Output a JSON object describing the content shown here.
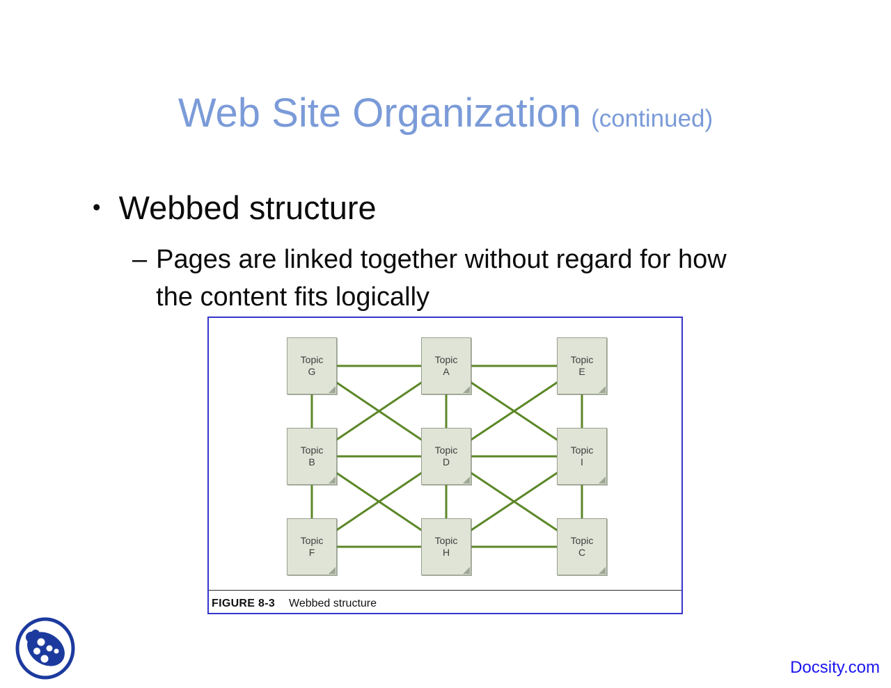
{
  "title": {
    "main": "Web Site Organization",
    "suffix": "(continued)"
  },
  "content": {
    "bullet_marker": "•",
    "bullet": "Webbed structure",
    "sub_bullet_marker": "–",
    "sub_bullet_lines": [
      "Pages are linked together without regard for how",
      "the content fits logically"
    ]
  },
  "figure": {
    "caption_label": "FIGURE 8-3",
    "caption_text": "Webbed structure",
    "diagram": {
      "type": "network",
      "node_word": "Topic",
      "nodes": [
        {
          "id": "G",
          "row": 0,
          "col": 0
        },
        {
          "id": "A",
          "row": 0,
          "col": 1
        },
        {
          "id": "E",
          "row": 0,
          "col": 2
        },
        {
          "id": "B",
          "row": 1,
          "col": 0
        },
        {
          "id": "D",
          "row": 1,
          "col": 1
        },
        {
          "id": "I",
          "row": 1,
          "col": 2
        },
        {
          "id": "F",
          "row": 2,
          "col": 0
        },
        {
          "id": "H",
          "row": 2,
          "col": 1
        },
        {
          "id": "C",
          "row": 2,
          "col": 2
        }
      ],
      "edges": [
        [
          "G",
          "A"
        ],
        [
          "A",
          "E"
        ],
        [
          "B",
          "D"
        ],
        [
          "D",
          "I"
        ],
        [
          "F",
          "H"
        ],
        [
          "H",
          "C"
        ],
        [
          "G",
          "B"
        ],
        [
          "B",
          "F"
        ],
        [
          "A",
          "D"
        ],
        [
          "D",
          "H"
        ],
        [
          "E",
          "I"
        ],
        [
          "I",
          "C"
        ],
        [
          "G",
          "D"
        ],
        [
          "A",
          "B"
        ],
        [
          "A",
          "I"
        ],
        [
          "E",
          "D"
        ],
        [
          "B",
          "H"
        ],
        [
          "D",
          "F"
        ],
        [
          "D",
          "C"
        ],
        [
          "I",
          "H"
        ]
      ]
    }
  },
  "footer": {
    "watermark": "Docsity.com"
  },
  "colors": {
    "title_blue": "#7b9bd8",
    "figure_border": "#3535cd",
    "edge_green": "#5c8727",
    "node_fill": "#e0e4d6",
    "node_border": "#97a08f",
    "watermark_blue": "#1b16ee",
    "logo_blue": "#1c3a9e"
  }
}
